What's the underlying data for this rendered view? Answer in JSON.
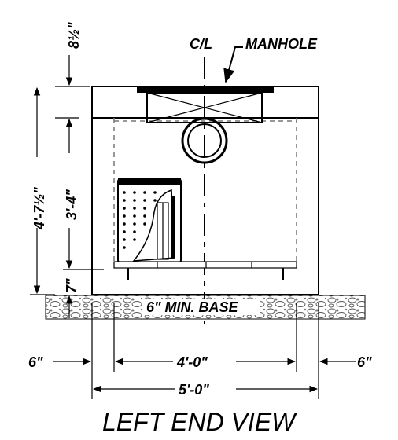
{
  "labels": {
    "centerline": "C/L",
    "manhole": "MANHOLE",
    "base": "6\" MIN. BASE",
    "title": "LEFT END VIEW"
  },
  "dimensions": {
    "cover_height": "8½\"",
    "overall_height": "4'-7½\"",
    "interior_height": "3'-4\"",
    "floor_height": "7\"",
    "left_clearance": "6\"",
    "right_clearance": "6\"",
    "interior_width": "4'-0\"",
    "overall_width": "5'-0\""
  }
}
